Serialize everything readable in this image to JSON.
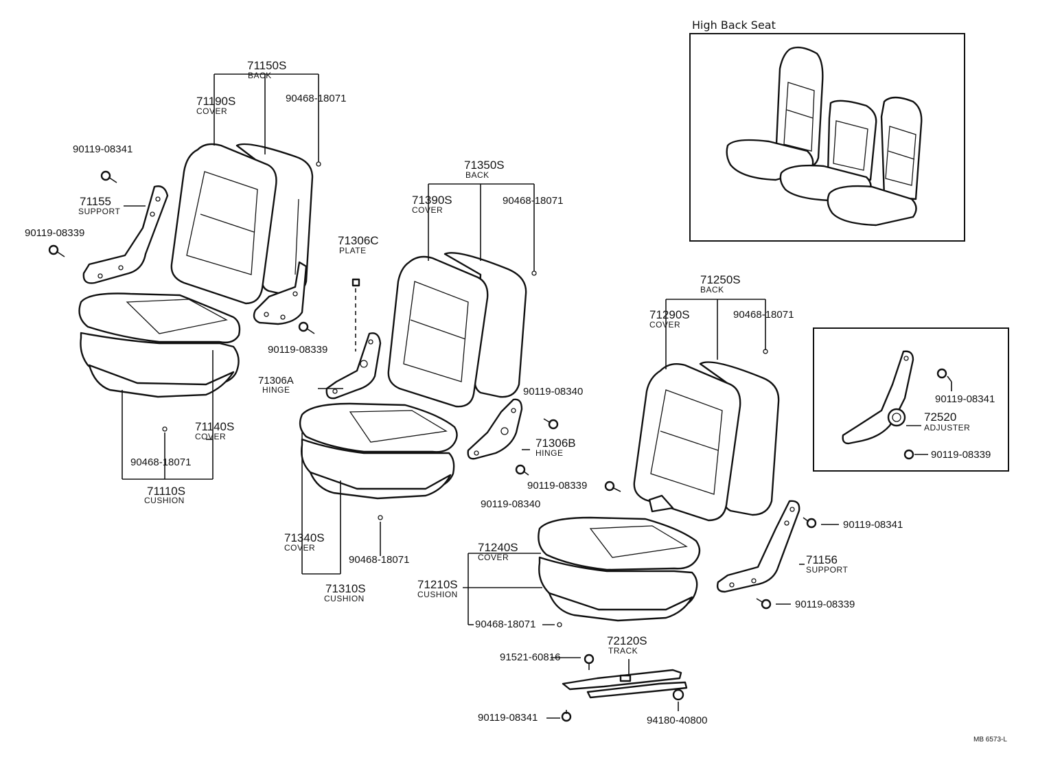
{
  "inset_high_back": {
    "title": "High Back Seat"
  },
  "labels": {
    "p71150S": "71150S",
    "back1": "BACK",
    "p71190S": "71190S",
    "cover1": "COVER",
    "p90468_a": "90468-18071",
    "p90119_08341_a": "90119-08341",
    "p71155": "71155",
    "support1": "SUPPORT",
    "p90119_08339_a": "90119-08339",
    "p90119_08339_b": "90119-08339",
    "p71140S": "71140S",
    "cover2": "COVER",
    "p90468_b": "90468-18071",
    "p71110S": "71110S",
    "cushion1": "CUSHION",
    "p71350S": "71350S",
    "back2": "BACK",
    "p71390S": "71390S",
    "cover3": "COVER",
    "p90468_c": "90468-18071",
    "p71306C": "71306C",
    "plate": "PLATE",
    "p71306A": "71306A",
    "hinge1": "HINGE",
    "p90119_08340_a": "90119-08340",
    "p71306B": "71306B",
    "hinge2": "HINGE",
    "p90119_08340_b": "90119-08340",
    "p90119_08339_c": "90119-08339",
    "p71340S": "71340S",
    "cover4": "COVER",
    "p90468_d": "90468-18071",
    "p71310S": "71310S",
    "cushion2": "CUSHION",
    "p71250S": "71250S",
    "back3": "BACK",
    "p71290S": "71290S",
    "cover5": "COVER",
    "p90468_e": "90468-18071",
    "p90119_08341_b": "90119-08341",
    "p72520": "72520",
    "adjuster": "ADJUSTER",
    "p90119_08339_d": "90119-08339",
    "p90119_08341_c": "90119-08341",
    "p71156": "71156",
    "support2": "SUPPORT",
    "p90119_08339_e": "90119-08339",
    "p71240S": "71240S",
    "cover6": "COVER",
    "p71210S": "71210S",
    "cushion3": "CUSHION",
    "p90468_f": "90468-18071",
    "p72120S": "72120S",
    "track": "TRACK",
    "p91521": "91521-60816",
    "p90119_08341_d": "90119-08341",
    "p94180": "94180-40800",
    "ref": "MB 6573-L"
  }
}
